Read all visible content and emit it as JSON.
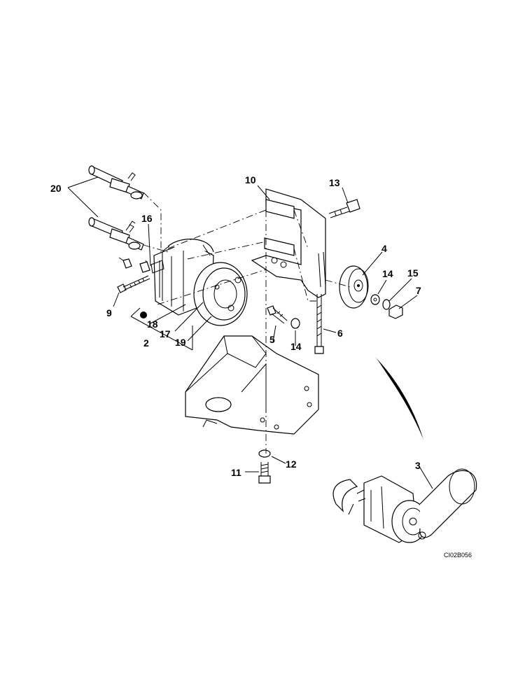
{
  "diagram": {
    "drawing_code": "CI02B056",
    "callouts": {
      "c20": "20",
      "c16": "16",
      "c9": "9",
      "c18": "18",
      "c17": "17",
      "c19": "19",
      "c2": "2",
      "c10": "10",
      "c13": "13",
      "c4": "4",
      "c14a": "14",
      "c15": "15",
      "c7": "7",
      "c5": "5",
      "c14b": "14",
      "c6": "6",
      "c12": "12",
      "c11": "11",
      "c3": "3"
    }
  }
}
